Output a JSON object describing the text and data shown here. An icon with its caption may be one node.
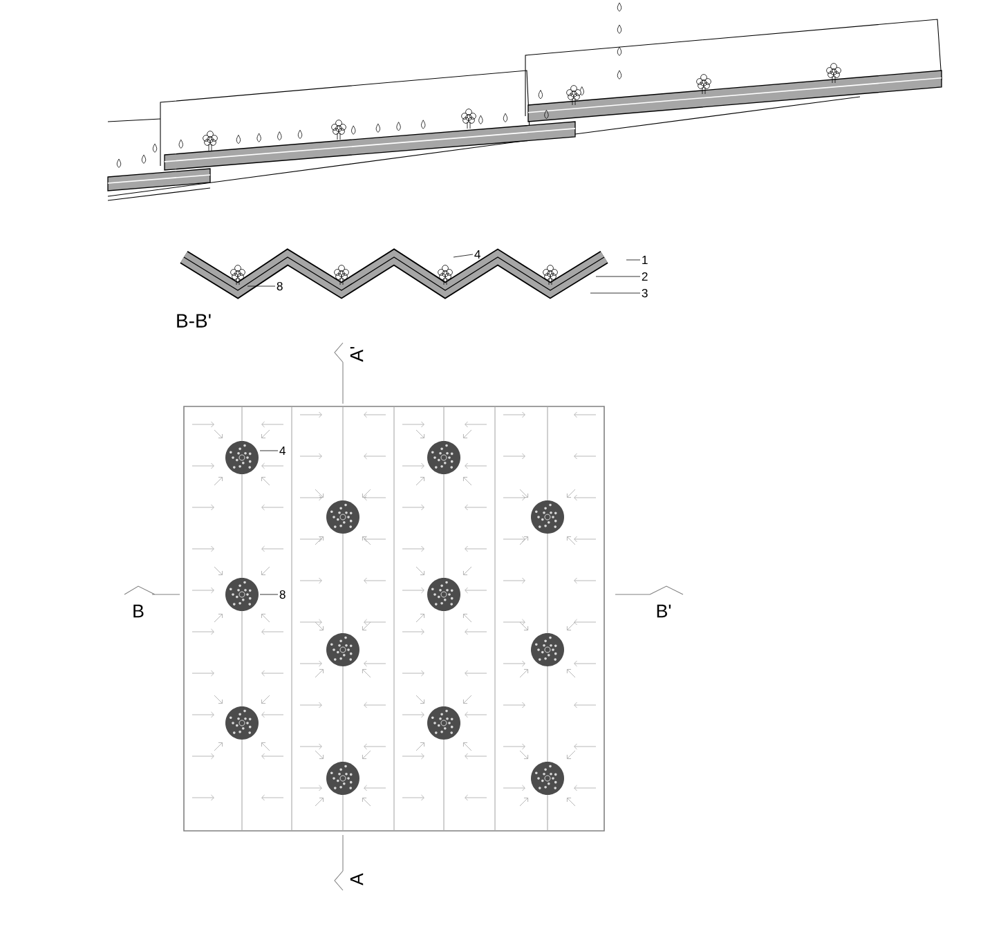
{
  "diagram": {
    "nodes": [
      {
        "text": [
          "1"
        ]
      },
      {
        "text": [
          "2"
        ]
      },
      {
        "text": [
          "3"
        ]
      },
      {
        "text": [
          "4"
        ]
      },
      {
        "text": [
          "8"
        ]
      },
      {
        "text": [
          "4"
        ]
      },
      {
        "text": [
          "8"
        ]
      }
    ],
    "edges": [
      {
        "from": 0,
        "to": null,
        "arrow": "none"
      },
      {
        "from": 1,
        "to": null,
        "arrow": "none"
      },
      {
        "from": 2,
        "to": null,
        "arrow": "none"
      },
      {
        "from": 3,
        "to": null,
        "arrow": "none"
      },
      {
        "from": 4,
        "to": null,
        "arrow": "none"
      },
      {
        "from": 5,
        "to": null,
        "arrow": "none"
      },
      {
        "from": 6,
        "to": null,
        "arrow": "none"
      }
    ],
    "labels": [
      "B-B'",
      "A'",
      "B",
      "B'",
      "A"
    ]
  }
}
